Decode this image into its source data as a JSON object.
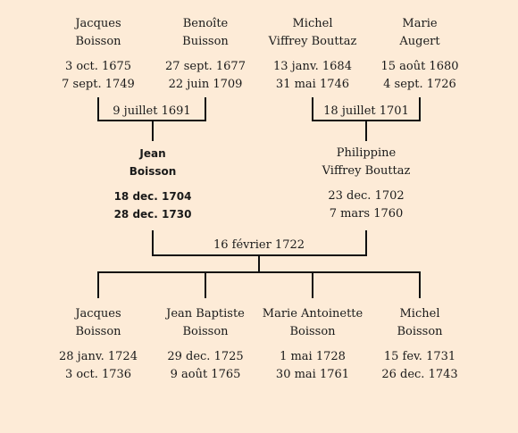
{
  "grandparents": [
    {
      "first": "Jacques",
      "last": "Boisson",
      "birth": "3 oct. 1675",
      "death": "7 sept. 1749"
    },
    {
      "first": "Benoîte",
      "last": "Buisson",
      "birth": "27 sept. 1677",
      "death": "22 juin 1709"
    },
    {
      "first": "Michel",
      "last": "Viffrey Bouttaz",
      "birth": "13 janv. 1684",
      "death": "31 mai 1746"
    },
    {
      "first": "Marie",
      "last": "Augert",
      "birth": "15 août 1680",
      "death": "4 sept. 1726"
    }
  ],
  "gp_marriages": [
    "9 juillet 1691",
    "18 juillet 1701"
  ],
  "parents": [
    {
      "first": "Jean",
      "last": "Boisson",
      "birth": "18 dec. 1704",
      "death": "28 dec. 1730"
    },
    {
      "first": "Philippine",
      "last": "Viffrey Bouttaz",
      "birth": "23 dec. 1702",
      "death": "7 mars 1760"
    }
  ],
  "parent_marriage": "16 février 1722",
  "children": [
    {
      "first": "Jacques",
      "last": "Boisson",
      "birth": "28 janv. 1724",
      "death": "3 oct. 1736"
    },
    {
      "first": "Jean Baptiste",
      "last": "Boisson",
      "birth": "29 dec. 1725",
      "death": "9 août 1765"
    },
    {
      "first": "Marie Antoinette",
      "last": "Boisson",
      "birth": "1 mai 1728",
      "death": "30 mai 1761"
    },
    {
      "first": "Michel",
      "last": "Boisson",
      "birth": "15 fev. 1731",
      "death": "26 dec. 1743"
    }
  ]
}
